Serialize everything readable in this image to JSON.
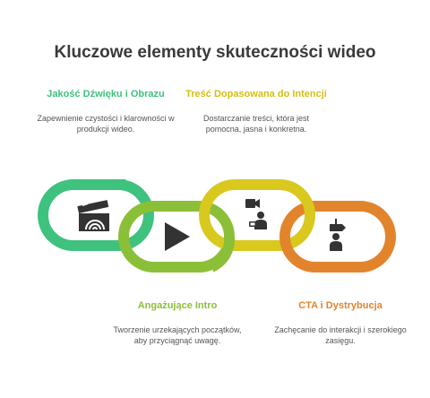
{
  "title": "Kluczowe elementy skuteczności wideo",
  "colors": {
    "green": "#3ec27e",
    "lime": "#8cbf38",
    "yellow": "#d9c81e",
    "orange": "#e2842c",
    "icon": "#333333"
  },
  "elements": [
    {
      "heading": "Jakość Dźwięku i Obrazu",
      "description": "Zapewnienie czystości i klarowności w produkcji wideo.",
      "icon": "clapperboard-sound-icon"
    },
    {
      "heading": "Angażujące Intro",
      "description": "Tworzenie urzekających początków, aby przyciągnąć uwagę.",
      "icon": "play-icon"
    },
    {
      "heading": "Treść Dopasowana do Intencji",
      "description": "Dostarczanie treści, która jest pomocna, jasna i konkretna.",
      "icon": "video-presenter-icon"
    },
    {
      "heading": "CTA i Dystrybucja",
      "description": "Zachęcanie do interakcji i szerokiego zasięgu.",
      "icon": "signpost-user-icon"
    }
  ]
}
